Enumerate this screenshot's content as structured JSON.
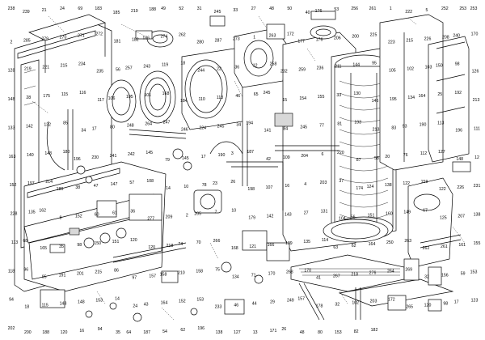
{
  "diagram": {
    "type": "exploded-parts-view",
    "labels": [
      "238",
      "239",
      "21",
      "24",
      "69",
      "183",
      "185",
      "219",
      "188",
      "49",
      "52",
      "31",
      "245",
      "33",
      "27",
      "48",
      "50",
      "40",
      "176",
      "53",
      "256",
      "261",
      "1",
      "222",
      "5",
      "252",
      "253",
      "253",
      "2",
      "285",
      "279",
      "270",
      "271",
      "272",
      "181",
      "182",
      "186",
      "274",
      "262",
      "280",
      "287",
      "273",
      "1",
      "263",
      "172",
      "177",
      "176",
      "206",
      "200",
      "225",
      "223",
      "215",
      "226",
      "208",
      "240",
      "170",
      "128",
      "219",
      "221",
      "215",
      "234",
      "235",
      "56",
      "257",
      "243",
      "119",
      "18",
      "244",
      "22",
      "36",
      "12",
      "258",
      "232",
      "259",
      "236",
      "211",
      "144",
      "95",
      "105",
      "102",
      "103",
      "150",
      "98",
      "126",
      "148",
      "28",
      "175",
      "115",
      "116",
      "117",
      "106",
      "105",
      "101",
      "168",
      "184",
      "110",
      "113",
      "46",
      "65",
      "245",
      "15",
      "154",
      "155",
      "33",
      "130",
      "146",
      "195",
      "134",
      "164",
      "25",
      "192",
      "213",
      "133",
      "142",
      "132",
      "85",
      "34",
      "17",
      "80",
      "248",
      "264",
      "247",
      "246",
      "224",
      "245",
      "34",
      "194",
      "141",
      "84",
      "245",
      "77",
      "81",
      "193",
      "213",
      "83",
      "93",
      "190",
      "113",
      "196",
      "111",
      "163",
      "140",
      "143",
      "180",
      "196",
      "230",
      "241",
      "242",
      "145",
      "79",
      "145",
      "17",
      "190",
      "3",
      "187",
      "42",
      "109",
      "204",
      "6",
      "220",
      "87",
      "58",
      "20",
      "76",
      "112",
      "127",
      "148",
      "12",
      "152",
      "197",
      "214",
      "186",
      "38",
      "47",
      "147",
      "57",
      "108",
      "14",
      "10",
      "78",
      "23",
      "26",
      "198",
      "107",
      "16",
      "4",
      "203",
      "37",
      "174",
      "124",
      "138",
      "122",
      "159",
      "122",
      "226",
      "231",
      "228",
      "135",
      "162",
      "8",
      "152",
      "60",
      "61",
      "36",
      "277",
      "209",
      "2",
      "205",
      "7",
      "10",
      "179",
      "142",
      "143",
      "27",
      "131",
      "104",
      "56",
      "151",
      "160",
      "149",
      "67",
      "125",
      "207",
      "138",
      "113",
      "68",
      "165",
      "35",
      "98",
      "150",
      "151",
      "120",
      "120",
      "218",
      "74",
      "70",
      "266",
      "168",
      "121",
      "166",
      "139",
      "135",
      "114",
      "63",
      "62",
      "164",
      "250",
      "263",
      "262",
      "261",
      "161",
      "155",
      "118",
      "96",
      "95",
      "191",
      "201",
      "215",
      "86",
      "97",
      "157",
      "158",
      "210",
      "158",
      "75",
      "134",
      "71",
      "170",
      "268",
      "170",
      "41",
      "267",
      "218",
      "276",
      "264",
      "269",
      "32",
      "156",
      "59",
      "153",
      "94",
      "18",
      "115",
      "148",
      "148",
      "153",
      "14",
      "24",
      "43",
      "164",
      "152",
      "153",
      "233",
      "46",
      "44",
      "29",
      "249",
      "157",
      "178",
      "32",
      "102",
      "203",
      "172",
      "265",
      "120",
      "98",
      "17",
      "123",
      "202",
      "200",
      "188",
      "120",
      "16",
      "94",
      "35",
      "64",
      "187",
      "54",
      "62",
      "196",
      "138",
      "127",
      "13",
      "171",
      "26",
      "48",
      "80",
      "153",
      "82",
      "182"
    ]
  }
}
